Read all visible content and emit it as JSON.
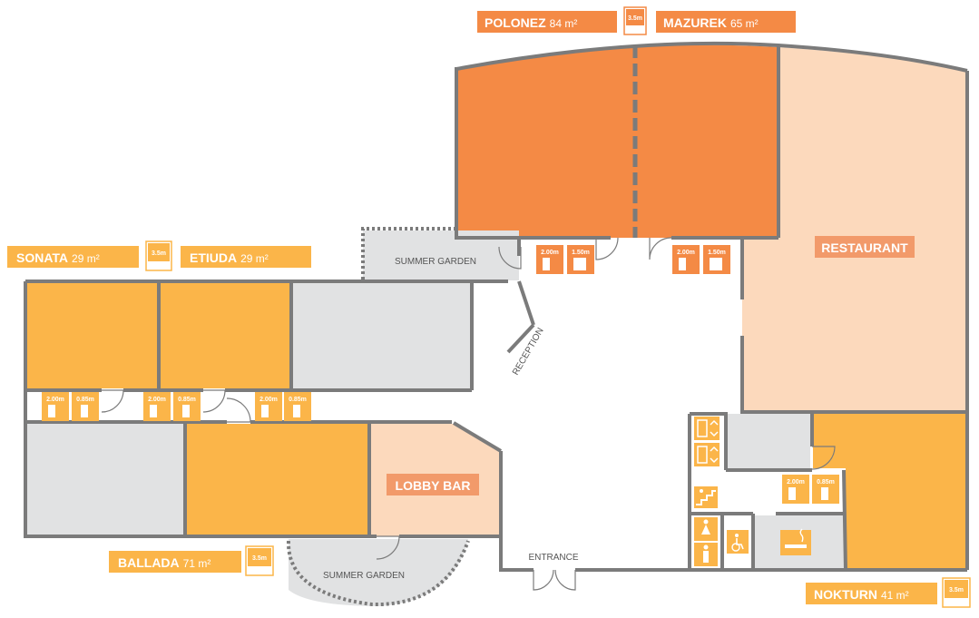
{
  "colors": {
    "wall": "#7b7b7b",
    "room_orange": "#f48a45",
    "room_yellow": "#fbb549",
    "room_gray": "#e1e2e3",
    "room_peach": "#fcd9bc",
    "label_orange": "#f48a45",
    "label_yellow": "#fbb549",
    "label_salmon": "#f29a6a"
  },
  "rooms": {
    "polonez": {
      "name": "POLONEZ",
      "area": "84 m²"
    },
    "mazurek": {
      "name": "MAZUREK",
      "area": "65 m²"
    },
    "sonata": {
      "name": "SONATA",
      "area": "29 m²"
    },
    "etiuda": {
      "name": "ETIUDA",
      "area": "29 m²"
    },
    "ballada": {
      "name": "BALLADA",
      "area": "71 m²"
    },
    "nokturn": {
      "name": "NOKTURN",
      "area": "41 m²"
    },
    "restaurant": {
      "name": "RESTAURANT"
    },
    "lobby_bar": {
      "name": "LOBBY BAR"
    }
  },
  "labels": {
    "summer_garden_top": "SUMMER GARDEN",
    "summer_garden_bottom": "SUMMER GARDEN",
    "reception": "RECEPTION",
    "entrance": "ENTRANCE"
  },
  "dimensions": {
    "ceiling": "3.5m",
    "door_height": "2.00m",
    "door_width_small": "0.85m",
    "door_width_large": "1.50m"
  },
  "icons": [
    "ceiling-height-icon",
    "door-size-icon",
    "elevator-icon",
    "stairs-icon",
    "woman-wc-icon",
    "man-wc-icon",
    "accessible-wc-icon",
    "smoking-area-icon"
  ]
}
